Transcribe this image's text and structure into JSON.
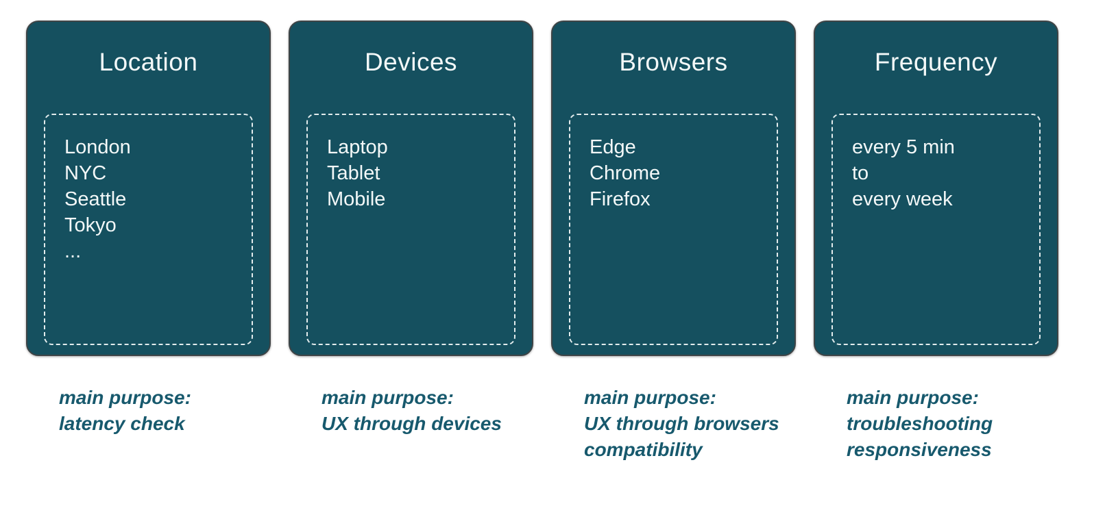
{
  "colors": {
    "card_background": "#15505f",
    "card_border": "#3e4446",
    "card_text": "#f3f8f8",
    "dashed_border": "#f6fafa",
    "caption_text": "#17596d",
    "page_background": "#ffffff"
  },
  "cards": [
    {
      "title": "Location",
      "items": [
        "London",
        "NYC",
        "Seattle",
        "Tokyo",
        "..."
      ],
      "purpose": [
        "main purpose:",
        "latency check"
      ]
    },
    {
      "title": "Devices",
      "items": [
        "Laptop",
        "Tablet",
        "Mobile"
      ],
      "purpose": [
        "main purpose:",
        "UX through devices"
      ]
    },
    {
      "title": "Browsers",
      "items": [
        "Edge",
        "Chrome",
        "Firefox"
      ],
      "purpose": [
        "main purpose:",
        "UX through browsers",
        "compatibility"
      ]
    },
    {
      "title": "Frequency",
      "items": [
        "every 5 min",
        "to",
        "every week"
      ],
      "purpose": [
        "main purpose:",
        "troubleshooting",
        "responsiveness"
      ]
    }
  ]
}
